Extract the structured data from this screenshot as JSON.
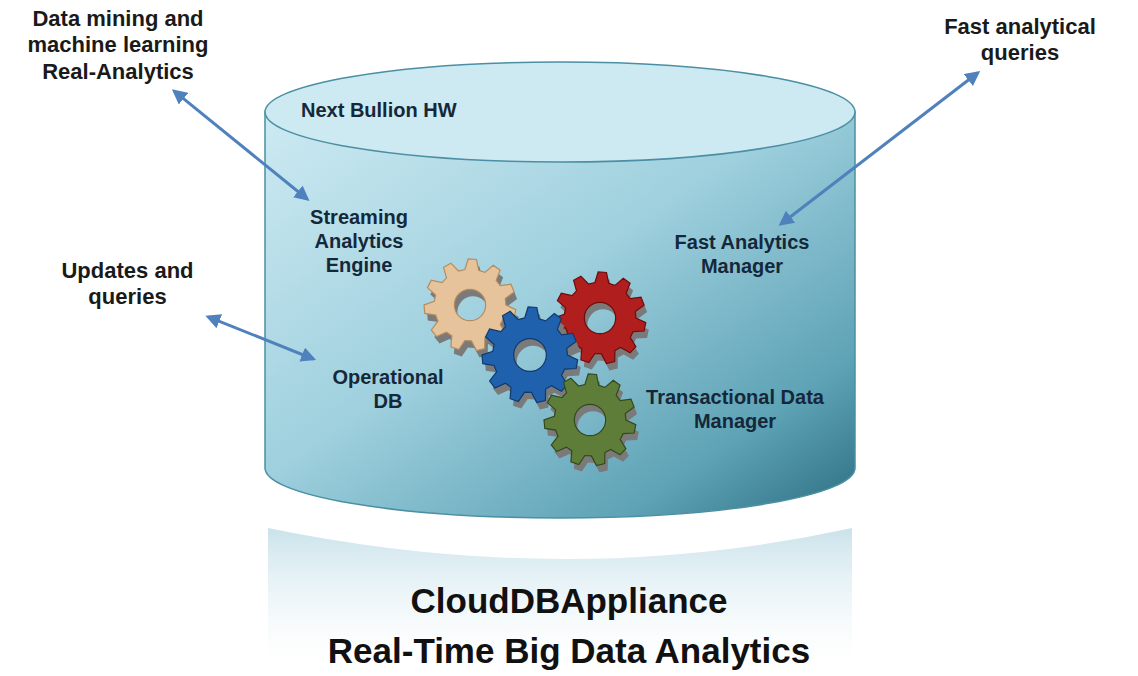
{
  "diagram": {
    "title": "CloudDBAppliance",
    "caption": "Real-Time Big Data Analytics",
    "nodes": [
      {
        "text": [
          "Data mining and machine learning Real-Analytics"
        ]
      },
      {
        "text": [
          "Fast analytical queries"
        ]
      },
      {
        "text": [
          "Updates and queries"
        ]
      },
      {
        "text": [
          "Next Bullion HW"
        ]
      },
      {
        "text": [
          "Streaming Analytics Engine"
        ],
        "in": 3
      },
      {
        "text": [
          "Fast Analytics Manager"
        ],
        "in": 3
      },
      {
        "text": [
          "Operational DB"
        ],
        "in": 3
      },
      {
        "text": [
          "Transactional Data Manager"
        ],
        "in": 3
      }
    ],
    "edges": [
      {
        "from": 0,
        "to": 4,
        "arrow": "both"
      },
      {
        "from": 1,
        "to": 5,
        "arrow": "both"
      },
      {
        "from": 2,
        "to": 6,
        "arrow": "both"
      }
    ]
  }
}
